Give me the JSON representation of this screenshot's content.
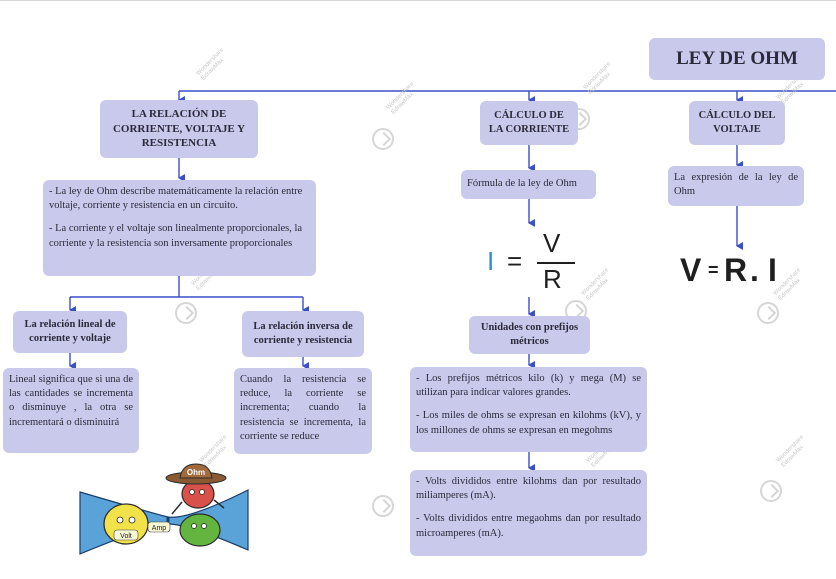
{
  "main_title": "LEY DE OHM",
  "branches": {
    "relation": {
      "title": "LA RELACIÓN DE CORRIENTE, VOLTAJE Y RESISTENCIA",
      "desc": [
        "- La ley de Ohm describe matemáticamente la relación entre voltaje, corriente y resistencia en un circuito.",
        "- La corriente y el voltaje son linealmente proporcionales, la corriente y la resistencia son inversamente proporcionales"
      ],
      "linear_title": "La relación lineal de corriente y voltaje",
      "linear_text": "Lineal significa que si una de las cantidades se incrementa o disminuye , la otra se incrementará o disminuirá",
      "inverse_title": "La relación inversa de corriente y resistencia",
      "inverse_text": "Cuando la resistencia se reduce, la corriente se incrementa; cuando la resistencia se incrementa, la corriente se reduce"
    },
    "current": {
      "title": "CÁLCULO DE LA CORRIENTE",
      "formula_label": "Fórmula de la ley de Ohm",
      "formula_lhs": "I",
      "formula_eq": "=",
      "formula_num": "V",
      "formula_den": "R",
      "units_title": "Unidades con prefijos métricos",
      "units_text": [
        "- Los prefijos métricos kilo (k) y mega (M) se utilizan para indicar valores grandes.",
        "- Los miles de ohms se expresan en kilohms (kV), y los millones de ohms se expresan en megohms"
      ],
      "result_text": [
        "- Volts divididos entre kilohms dan por resultado miliamperes (mA).",
        "- Volts divididos entre megaohms dan por resultado microamperes (mA)."
      ]
    },
    "voltage": {
      "title": "CÁLCULO DEL VOLTAJE",
      "desc": "La expresión de la ley de Ohm",
      "formula": "V = R . I",
      "f_v": "V",
      "f_eq": "=",
      "f_r": "R",
      "f_dot": ".",
      "f_i": "I"
    }
  },
  "illustration": {
    "ohm_label": "Ohm",
    "amp_label": "Amp",
    "volt_label": "Volt"
  },
  "watermark": {
    "line1": "Wondershare",
    "line2": "EdrawMax"
  },
  "colors": {
    "box_fill": "#c9c9ec",
    "connector": "#3a4fc8",
    "formula_accent": "#2a8fd6"
  }
}
